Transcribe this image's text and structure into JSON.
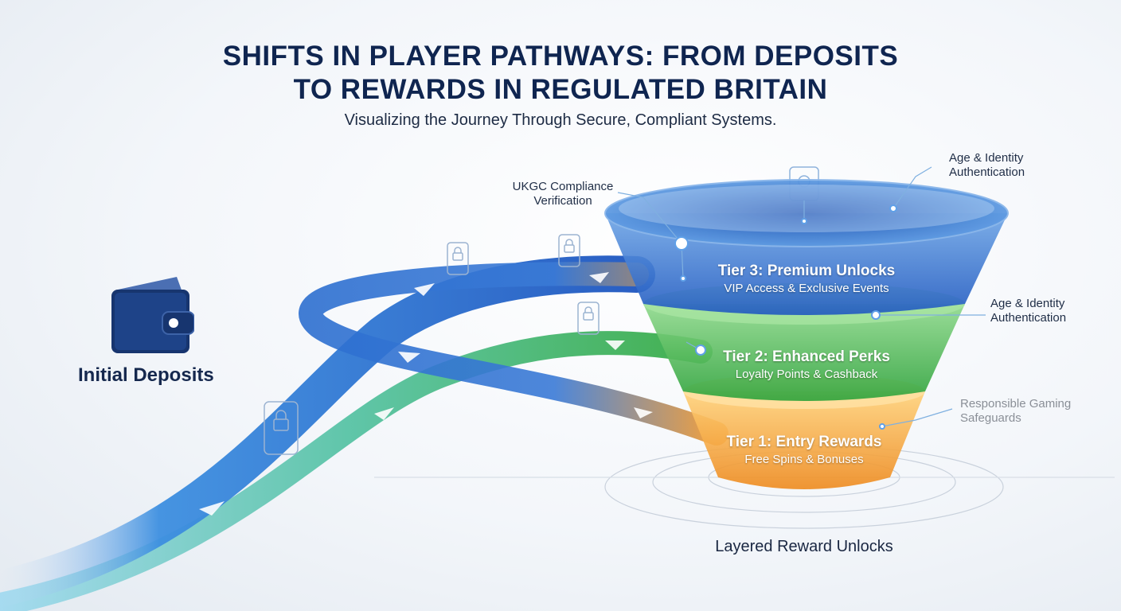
{
  "header": {
    "title_line1": "SHIFTS IN PLAYER PATHWAYS: FROM DEPOSITS",
    "title_line2": "TO REWARDS IN REGULATED BRITAIN",
    "subtitle": "Visualizing the Journey Through Secure, Compliant Systems."
  },
  "start": {
    "label": "Initial Deposits",
    "icon": "wallet-icon"
  },
  "tiers": [
    {
      "title": "Tier 3: Premium Unlocks",
      "subtitle": "VIP Access & Exclusive Events",
      "color": "#1f5fc4"
    },
    {
      "title": "Tier 2: Enhanced Perks",
      "subtitle": "Loyalty Points & Cashback",
      "color": "#2faa3c"
    },
    {
      "title": "Tier 1: Entry Rewards",
      "subtitle": "Free Spins & Bonuses",
      "color": "#f0962a"
    }
  ],
  "callouts": {
    "ukgc_line1": "UKGC Compliance",
    "ukgc_line2": "Verification",
    "age_top_line1": "Age & Identity",
    "age_top_line2": "Authentication",
    "age_mid_line1": "Age & Identity",
    "age_mid_line2": "Authentication",
    "responsible_line1": "Responsible Gaming",
    "responsible_line2": "Safeguards"
  },
  "footer": {
    "label": "Layered Reward Unlocks"
  },
  "colors": {
    "navy": "#0f2550",
    "blue": "#1f5fc4",
    "green": "#2faa3c",
    "orange": "#f0962a"
  }
}
